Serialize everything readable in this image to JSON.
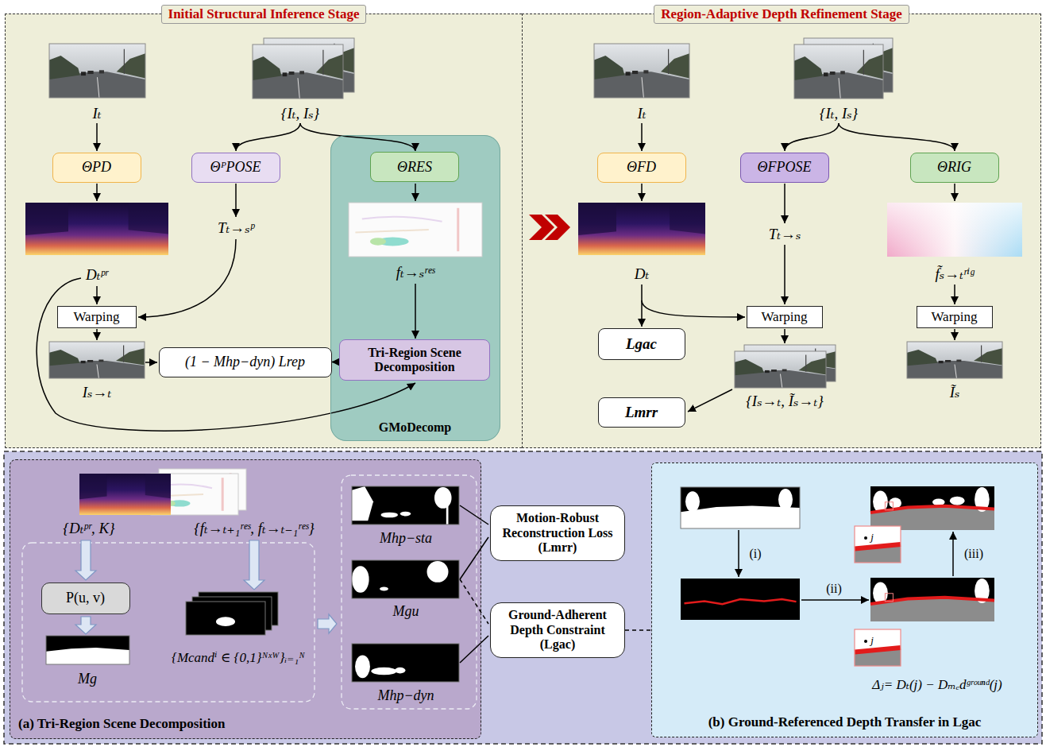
{
  "diagram": {
    "nodes": [
      {
        "text": [
          "Initial Structural Inference Stage"
        ]
      },
      {
        "text": [
          "ΘPD"
        ],
        "in": 0
      },
      {
        "text": [
          "ΘᴾPOSE"
        ],
        "in": 0
      },
      {
        "text": [
          "GMoDecomp"
        ],
        "in": 0
      },
      {
        "text": [
          "ΘRES"
        ],
        "in": 3
      },
      {
        "text": [
          "Warping"
        ],
        "in": 0
      },
      {
        "text": [
          "(1 − Mhp−dyn) Lrep"
        ],
        "in": 0
      },
      {
        "text": [
          "Tri-Region Scene Decomposition"
        ],
        "in": 3
      },
      {
        "text": [
          "Region-Adaptive Depth Refinement Stage"
        ]
      },
      {
        "text": [
          "ΘFD"
        ],
        "in": 8
      },
      {
        "text": [
          "ΘFPOSE"
        ],
        "in": 8
      },
      {
        "text": [
          "ΘRIG"
        ],
        "in": 8
      },
      {
        "text": [
          "Warping"
        ],
        "in": 8
      },
      {
        "text": [
          "Warping"
        ],
        "in": 8
      },
      {
        "text": [
          "Lgac"
        ],
        "in": 8
      },
      {
        "text": [
          "Lmrr"
        ],
        "in": 8
      },
      {
        "text": [
          "(a) Tri-Region Scene Decomposition"
        ]
      },
      {
        "text": [
          "P(u, v)"
        ],
        "in": 16
      },
      {
        "text": [
          "Motion-Robust Reconstruction Loss (Lmrr)"
        ]
      },
      {
        "text": [
          "Ground-Adherent Depth Constraint (Lgac)"
        ]
      },
      {
        "text": [
          "(b) Ground-Referenced Depth Transfer in Lgac"
        ]
      }
    ],
    "edges": [
      {
        "from": 7,
        "to": 6,
        "arrow": "to"
      },
      {
        "from": 19,
        "to": 20,
        "arrow": "none"
      }
    ],
    "labels": [
      "Iₜ",
      "{Iₜ, Iₛ}",
      "Dₜᵖʳ",
      "Tₜ→ₛᵖ",
      "fₜ→ₛʳᵉˢ",
      "Iₛ→ₜ",
      "Iₜ",
      "{Iₜ, Iₛ}",
      "Dₜ",
      "Tₜ→ₛ",
      "f̃ₛ→ₜʳⁱᵍ",
      "{Iₛ→ₜ, Ĩₛ→ₜ}",
      "Ĩₛ",
      "{Dₜᵖʳ, K}",
      "{fₜ→ₜ₊₁ʳᵉˢ, fₜ→ₜ₋₁ʳᵉˢ}",
      "Mg",
      "{Mcandⁱ ∈ {0,1}ᴺˣᵂ}ᵢ₌₁ᴺ",
      "Mhp−sta",
      "Mgu",
      "Mhp−dyn",
      "(i)",
      "(ii)",
      "(iii)",
      "j",
      "j",
      "Δⱼ= Dₜ(j) − Dₘₑdᵍʳᵒᵘⁿᵈ(j)"
    ]
  }
}
